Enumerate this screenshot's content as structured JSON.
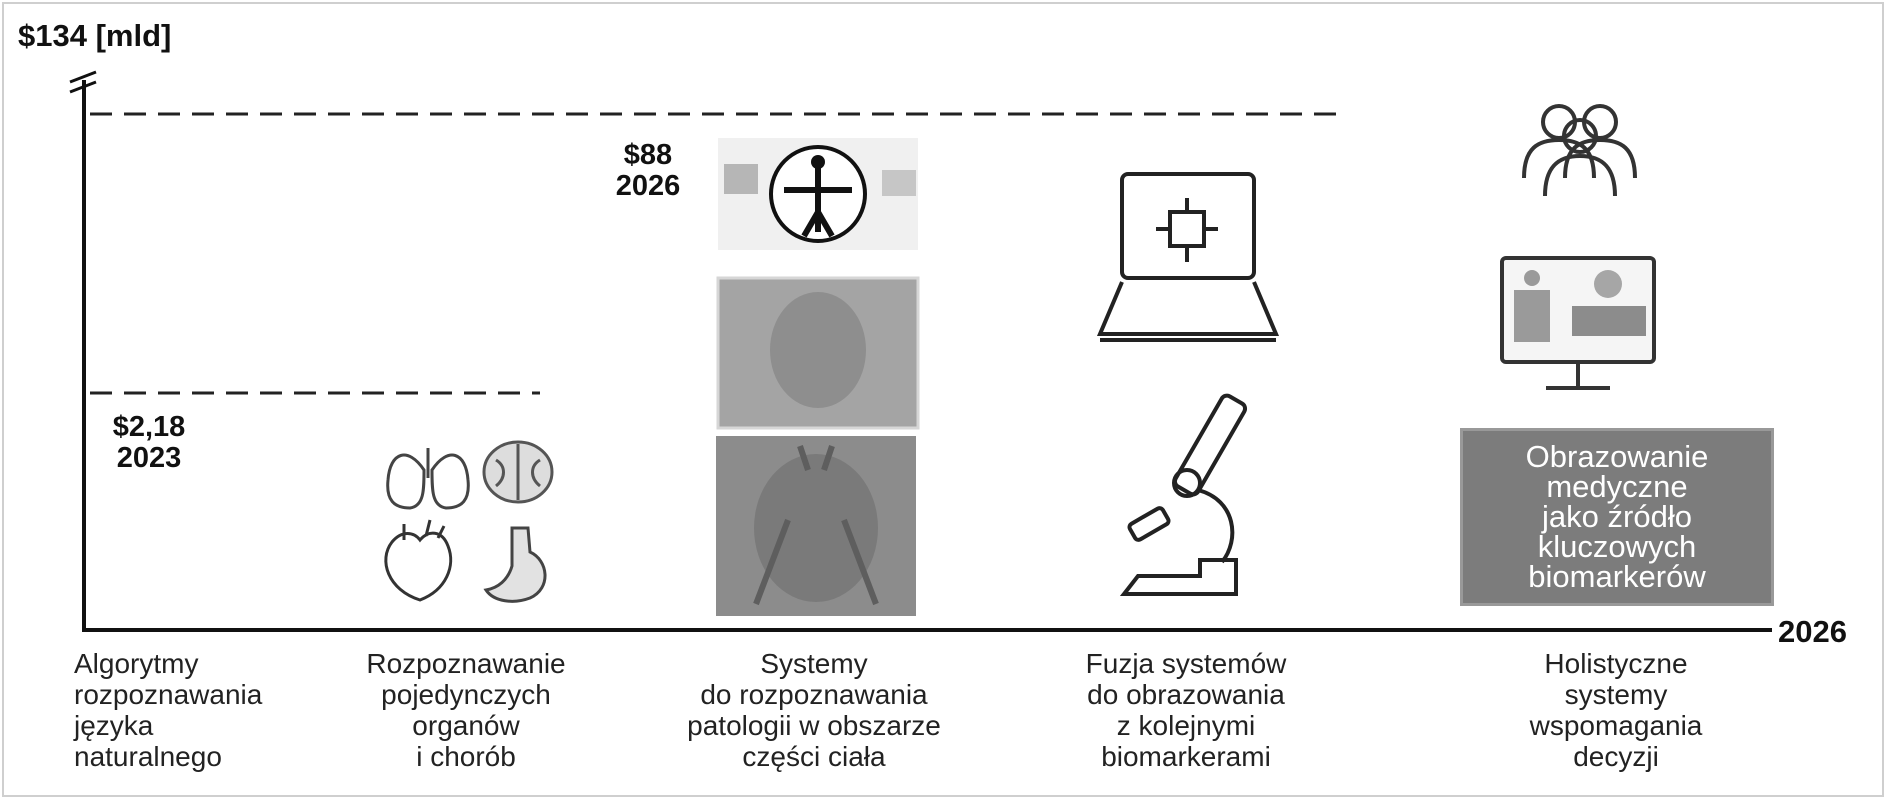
{
  "axes": {
    "y_top_label": "$134 [mld]",
    "x_end_label": "2026"
  },
  "markers": {
    "low": {
      "value": "$2,18",
      "year": "2023"
    },
    "high": {
      "value": "$88",
      "year": "2026"
    }
  },
  "categories": [
    {
      "label": "Algorytmy\nrozpoznawania\njęzyka\nnaturalnego"
    },
    {
      "label": "Rozpoznawanie\npojedynczych\norganów\ni chorób",
      "icons": [
        "lungs-icon",
        "brain-icon",
        "heart-icon",
        "stomach-icon"
      ]
    },
    {
      "label": "Systemy\ndo rozpoznawania\npatologii w obszarze\nczęści ciała",
      "icons": [
        "vitruvian-body-icon",
        "body-scan-image",
        "torso-scan-image"
      ]
    },
    {
      "label": "Fuzja systemów\ndo obrazowania\nz kolejnymi\nbiomarkerami",
      "icons": [
        "laptop-icon",
        "microscope-icon"
      ]
    },
    {
      "label": "Holistyczne\nsystemy\nwspomagania\ndecyzji",
      "icons": [
        "people-group-icon",
        "monitor-icon"
      ]
    }
  ],
  "highlight_tile": {
    "text": "Obrazowanie\nmedyczne\njako źródło\nkluczowych\nbiomarkerów",
    "color": "#7c7c7c"
  },
  "colors": {
    "axis": "#111111",
    "dashed": "#222222",
    "icon": "#333333",
    "label": "#222222"
  }
}
